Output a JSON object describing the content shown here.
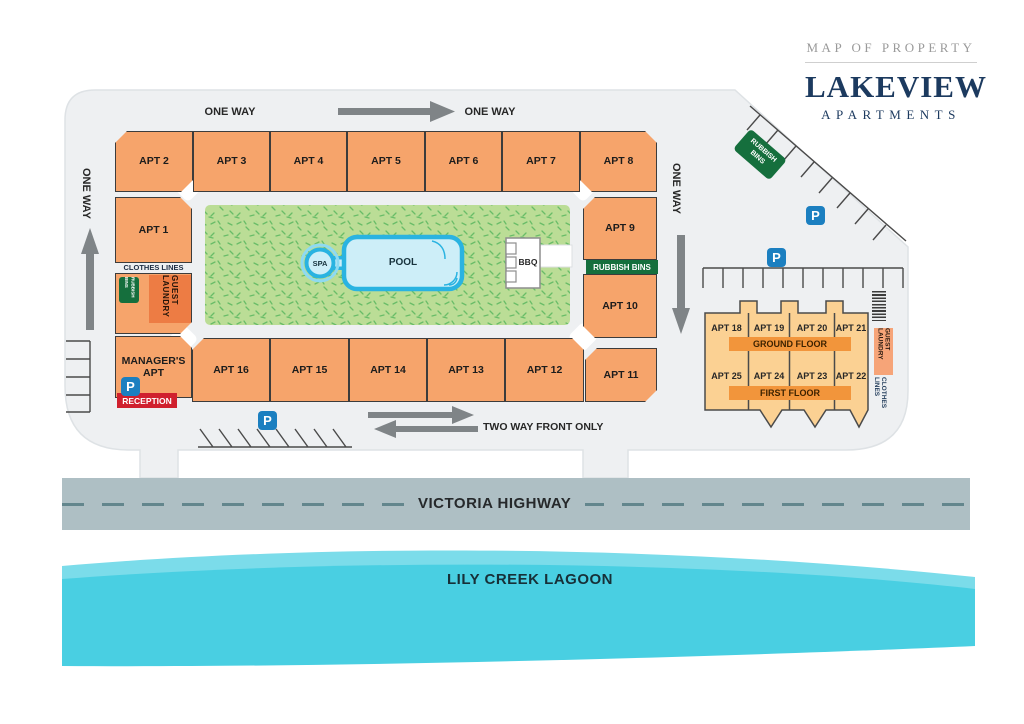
{
  "header": {
    "eyebrow": "MAP OF PROPERTY",
    "brand": "LAKEVIEW",
    "brand_sub": "APARTMENTS"
  },
  "legend": {
    "one_way": "ONE WAY",
    "two_way_front_only": "TWO WAY FRONT ONLY",
    "victoria_highway": "VICTORIA HIGHWAY",
    "lily_creek_lagoon": "LILY CREEK LAGOON",
    "parking_symbol": "P",
    "clothes_lines": "CLOTHES LINES",
    "guest_laundry": "GUEST LAUNDRY",
    "rubbish_bins": "RUBBISH BINS",
    "reception": "RECEPTION",
    "managers_apt": "MANAGER'S APT",
    "pool": "POOL",
    "spa": "SPA",
    "bbq": "BBQ"
  },
  "main_building": {
    "top_row": [
      "APT 2",
      "APT 3",
      "APT 4",
      "APT 5",
      "APT 6",
      "APT 7",
      "APT 8"
    ],
    "left_column": [
      "APT 1"
    ],
    "right_column": [
      "APT 9",
      "APT 10",
      "APT 11"
    ],
    "bottom_row": [
      "APT 16",
      "APT 15",
      "APT 14",
      "APT 13",
      "APT 12"
    ]
  },
  "annex_building": {
    "ground_floor_label": "GROUND FLOOR",
    "first_floor_label": "FIRST FLOOR",
    "ground_floor": [
      "APT 18",
      "APT 19",
      "APT 20",
      "APT 21"
    ],
    "first_floor": [
      "APT 25",
      "APT 24",
      "APT 23",
      "APT 22"
    ]
  },
  "colors": {
    "apartment_orange": "#F6A46B",
    "annex_tan": "#FBD193",
    "floor_banner_orange": "#F2953B",
    "laundry_orange": "#ED7C44",
    "reception_red": "#D0202E",
    "sign_green": "#156F3D",
    "brand_navy": "#1C3A5F",
    "property_grey": "#EEF0F2",
    "highway_grey": "#AEBFC4",
    "lagoon_cyan": "#49CFE2",
    "lagoon_light": "#7BDCEA",
    "grass_green": "#BBDD96",
    "pool_blue": "#CDEEF8",
    "pool_border": "#2AB3E1",
    "parking_blue": "#1B7FC0"
  }
}
